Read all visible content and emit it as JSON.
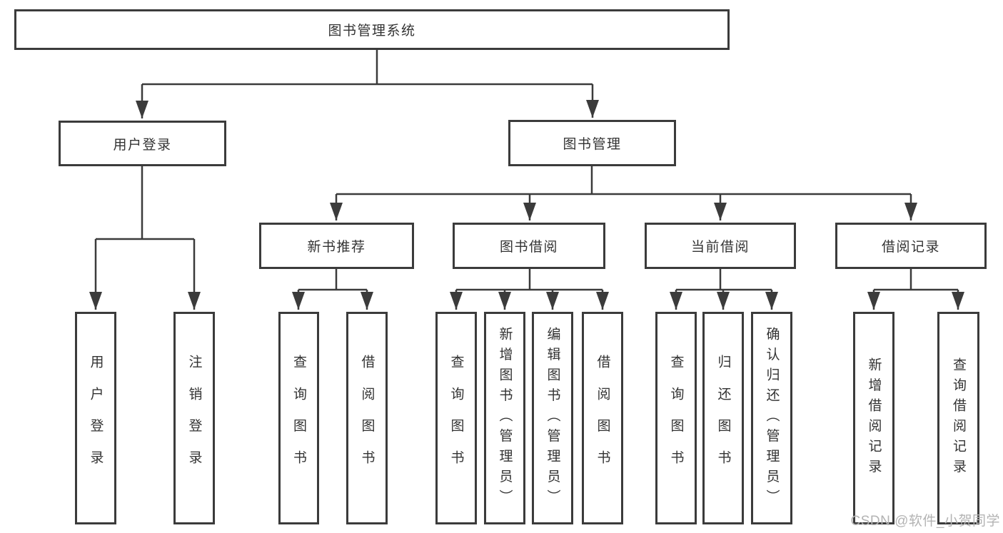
{
  "tree": {
    "label": "图书管理系统",
    "children": [
      {
        "label": "用户登录",
        "children": [
          {
            "label": "用户登录"
          },
          {
            "label": "注销登录"
          }
        ]
      },
      {
        "label": "图书管理",
        "children": [
          {
            "label": "新书推荐",
            "children": [
              {
                "label": "查询图书"
              },
              {
                "label": "借阅图书"
              }
            ]
          },
          {
            "label": "图书借阅",
            "children": [
              {
                "label": "查询图书"
              },
              {
                "label": "新增图书（管理员）"
              },
              {
                "label": "编辑图书（管理员）"
              },
              {
                "label": "借阅图书"
              }
            ]
          },
          {
            "label": "当前借阅",
            "children": [
              {
                "label": "查询图书"
              },
              {
                "label": "归还图书"
              },
              {
                "label": "确认归还（管理员）"
              }
            ]
          },
          {
            "label": "借阅记录",
            "children": [
              {
                "label": "新增借阅记录"
              },
              {
                "label": "查询借阅记录"
              }
            ]
          }
        ]
      }
    ]
  },
  "watermark": "CSDN @软件_小贺同学",
  "colors": {
    "line": "#3b3b3b",
    "text": "#333333",
    "watermark": "#b3b3b3",
    "background": "#ffffff"
  }
}
